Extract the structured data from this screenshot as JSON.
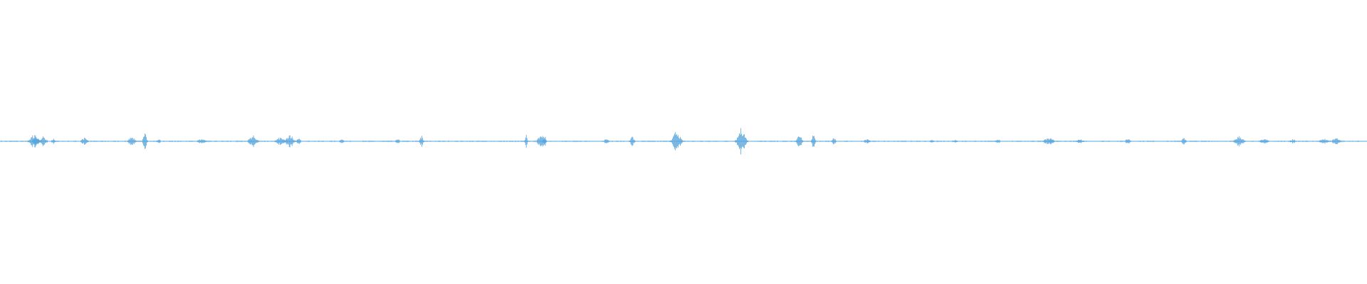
{
  "waveform": {
    "color": "#5aa7dd",
    "peaks": [
      [
        0.05,
        0.35
      ],
      [
        0.053,
        0.2
      ],
      [
        0.063,
        0.25
      ],
      [
        0.078,
        0.15
      ],
      [
        0.123,
        0.18
      ],
      [
        0.193,
        0.25
      ],
      [
        0.212,
        0.4
      ],
      [
        0.232,
        0.12
      ],
      [
        0.295,
        0.12
      ],
      [
        0.37,
        0.3
      ],
      [
        0.41,
        0.2
      ],
      [
        0.424,
        0.4
      ],
      [
        0.437,
        0.15
      ],
      [
        0.5,
        0.1
      ],
      [
        0.582,
        0.12
      ],
      [
        0.617,
        0.3
      ],
      [
        0.77,
        0.4
      ],
      [
        0.792,
        0.35
      ],
      [
        0.797,
        0.3
      ],
      [
        0.887,
        0.15
      ],
      [
        0.925,
        0.3
      ],
      [
        0.99,
        0.55
      ],
      [
        1.085,
        0.7
      ],
      [
        1.17,
        0.38
      ],
      [
        1.19,
        0.35
      ],
      [
        1.22,
        0.2
      ],
      [
        1.268,
        0.1
      ],
      [
        1.363,
        0.12
      ],
      [
        1.398,
        0.1
      ],
      [
        1.46,
        0.12
      ],
      [
        1.533,
        0.15
      ],
      [
        1.538,
        0.22
      ],
      [
        1.58,
        0.1
      ],
      [
        1.65,
        0.15
      ],
      [
        1.732,
        0.18
      ],
      [
        1.813,
        0.28
      ],
      [
        1.85,
        0.12
      ],
      [
        1.892,
        0.12
      ],
      [
        1.937,
        0.14
      ],
      [
        1.955,
        0.18
      ]
    ]
  }
}
